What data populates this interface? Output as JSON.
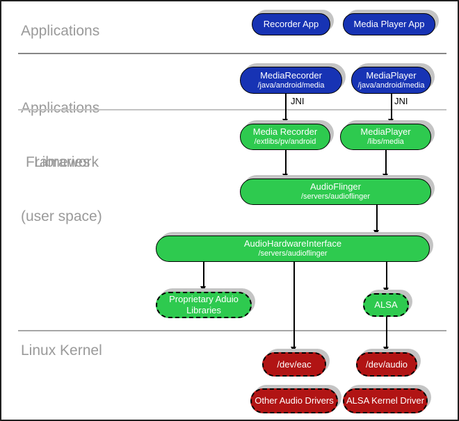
{
  "colors": {
    "blue": "#1733b4",
    "green": "#2eca4f",
    "red": "#b11414",
    "shadow": "#c4c4c4",
    "label_gray": "#9a9a9a"
  },
  "layers": {
    "applications": {
      "label": "Applications"
    },
    "framework": {
      "line1": "Applications",
      "line2": "Framework"
    },
    "libraries": {
      "line1": "Libraries",
      "line2": "(user space)"
    },
    "kernel": {
      "label": "Linux Kernel"
    }
  },
  "annotations": {
    "jni": "JNI"
  },
  "nodes": {
    "recorder_app": {
      "title": "Recorder App"
    },
    "media_player_app": {
      "title": "Media Player App"
    },
    "media_recorder_fw": {
      "title": "MediaRecorder",
      "subtitle": "/java/android/media"
    },
    "media_player_fw": {
      "title": "MediaPlayer",
      "subtitle": "/java/android/media"
    },
    "media_recorder_lib": {
      "title": "Media Recorder",
      "subtitle": "/extlibs/pv/android"
    },
    "media_player_lib": {
      "title": "MediaPlayer",
      "subtitle": "/libs/media"
    },
    "audio_flinger": {
      "title": "AudioFlinger",
      "subtitle": "/servers/audioflinger"
    },
    "audio_hardware_interface": {
      "title": "AudioHardwareInterface",
      "subtitle": "/servers/audioflinger"
    },
    "proprietary_audio_libraries": {
      "title": "Proprietary Aduio Libraries"
    },
    "alsa": {
      "title": "ALSA"
    },
    "dev_eac": {
      "title": "/dev/eac"
    },
    "dev_audio": {
      "title": "/dev/audio"
    },
    "other_audio_drivers": {
      "title": "Other Audio Drivers"
    },
    "alsa_kernel_driver": {
      "title": "ALSA Kernel Driver"
    }
  }
}
